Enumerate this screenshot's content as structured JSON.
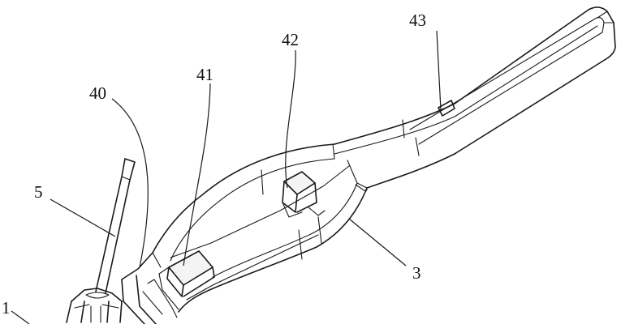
{
  "labels": {
    "l1": "1",
    "l3": "3",
    "l5": "5",
    "l40": "40",
    "l41": "41",
    "l42": "42",
    "l43": "43"
  },
  "colors": {
    "ink": "#1a1a1a",
    "paper": "#ffffff"
  }
}
